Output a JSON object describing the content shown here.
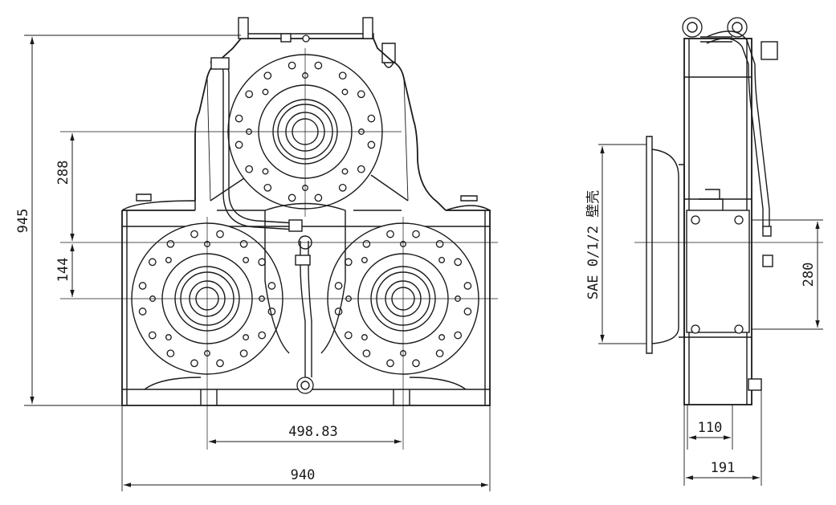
{
  "dimensions": {
    "overall_height": "945",
    "upper_offset": "288",
    "mid_offset": "144",
    "output_spacing": "498.83",
    "overall_width": "940",
    "flange_label": "SAE 0/1/2 壁壳",
    "side_offset": "280",
    "side_depth_1": "110",
    "side_depth_2": "191"
  }
}
